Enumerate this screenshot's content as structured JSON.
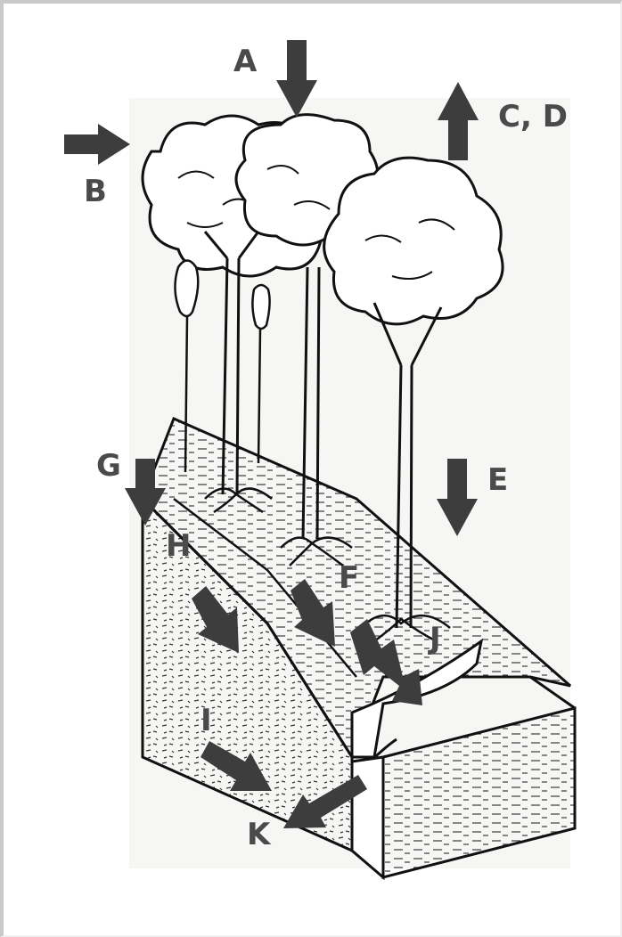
{
  "diagram": {
    "labels": {
      "A": "A",
      "B": "B",
      "CD": "C, D",
      "E": "E",
      "F": "F",
      "G": "G",
      "H": "H",
      "I": "I",
      "J": "J",
      "K": "K"
    },
    "colors": {
      "arrow": "#3d3d3d",
      "ink": "#111111",
      "label": "#4a4a4a",
      "frame": "#c9c9c9"
    }
  }
}
